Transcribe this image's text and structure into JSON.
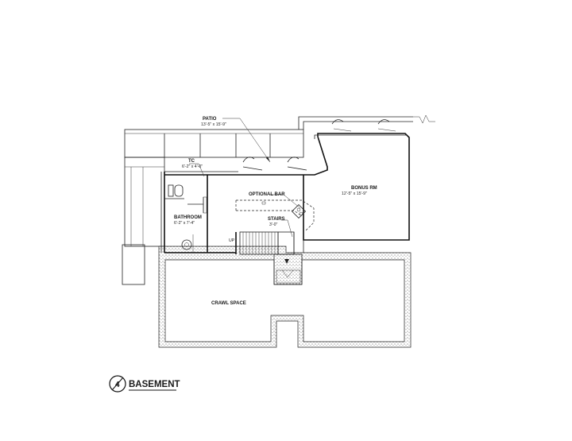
{
  "plan": {
    "title": "BASEMENT",
    "compass_label": "4"
  },
  "rooms": {
    "patio": {
      "name": "PATIO",
      "dims": "13'-5\" x 15'-9\""
    },
    "tc": {
      "name": "TC",
      "dims": "6'-2\" x 4'-0\""
    },
    "bathroom": {
      "name": "BATHROOM",
      "dims": "6'-2\" x 7'-4\""
    },
    "optional_bar": {
      "name": "OPTIONAL BAR"
    },
    "stairs": {
      "name": "STAIRS",
      "dims": "3'-0\""
    },
    "bonus_rm": {
      "name": "BONUS RM",
      "dims": "12'-5\" x 15'-9\""
    },
    "crawl_space": {
      "name": "CRAWL SPACE"
    },
    "up_label": "UP"
  }
}
